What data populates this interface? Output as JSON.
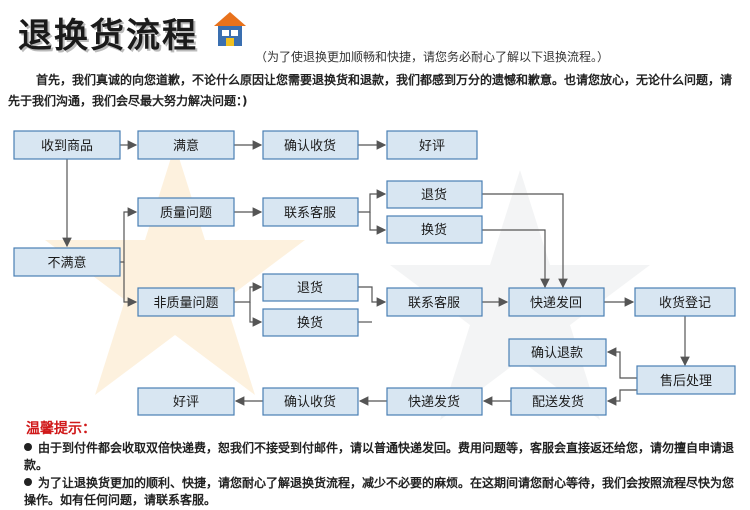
{
  "header": {
    "title": "退换货流程",
    "subtitle": "（为了使退换更加顺畅和快捷，请您务必耐心了解以下退换流程。）"
  },
  "intro": "首先，我们真诚的向您道歉，不论什么原因让您需要退换货和退款，我们都感到万分的遗憾和歉意。也请您放心，无论什么问题，请先于我们沟通，我们会尽最大努力解决问题：)",
  "flow": {
    "received": "收到商品",
    "satisfied": "满意",
    "confirm_receipt_top": "确认收货",
    "good_review_top": "好评",
    "unsatisfied": "不满意",
    "quality_issue": "质量问题",
    "contact_service_1": "联系客服",
    "return_1": "退货",
    "exchange_1": "换货",
    "non_quality_issue": "非质量问题",
    "return_2": "退货",
    "exchange_2": "换货",
    "contact_service_2": "联系客服",
    "ship_back": "快递发回",
    "receive_register": "收货登记",
    "confirm_refund": "确认退款",
    "after_sales": "售后处理",
    "deliver_ship": "配送发货",
    "express_ship": "快递发货",
    "confirm_receipt_bottom": "确认收货",
    "good_review_bottom": "好评"
  },
  "tips": {
    "title": "温馨提示：",
    "items": [
      "由于到付件都会收取双倍快递费，恕我们不接受到付邮件，请以普通快递发回。费用问题等，客服会直接返还给您，请勿擅自申请退款。",
      "为了让退换货更加的顺利、快捷，请您耐心了解退换货流程，减少不必要的麻烦。在这期间请您耐心等待，我们会按照流程尽快为您操作。如有任何问题，请联系客服。"
    ]
  },
  "colors": {
    "box_fill": "#d8e6f2",
    "box_border": "#4a7fb4",
    "tip_title": "#d0191a"
  }
}
